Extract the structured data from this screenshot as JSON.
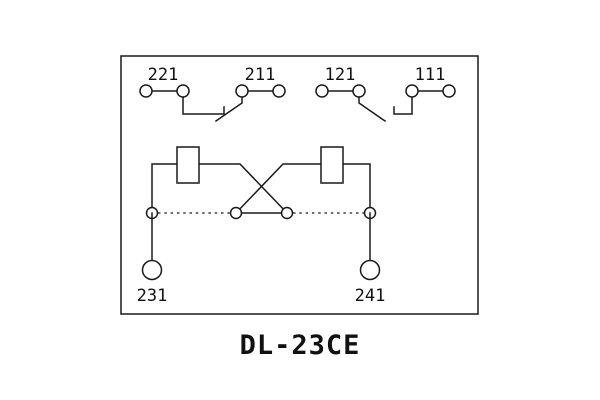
{
  "diagram": {
    "model": "DL-23CE",
    "terminals": {
      "top": [
        "221",
        "211",
        "121",
        "111"
      ],
      "bottom": [
        "231",
        "241"
      ]
    },
    "colors": {
      "line": "#1a1a1a",
      "background": "#ffffff"
    }
  }
}
